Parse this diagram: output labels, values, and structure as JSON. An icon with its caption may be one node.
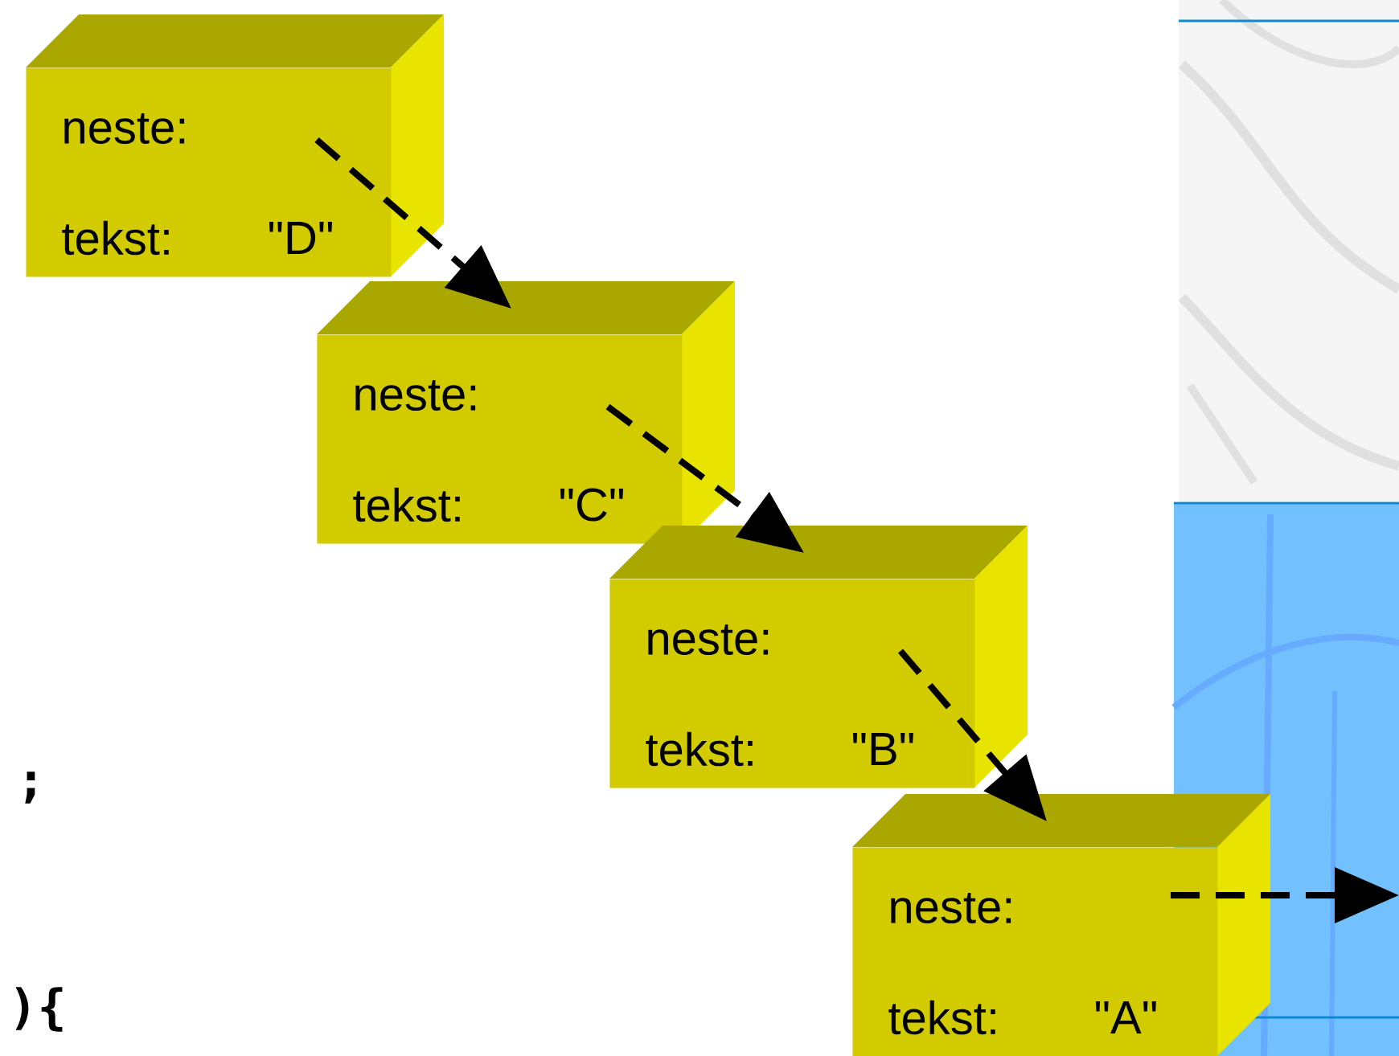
{
  "diagram": {
    "nodes": [
      {
        "text": [
          "neste:",
          "tekst:",
          "\"D\""
        ]
      },
      {
        "text": [
          "neste:",
          "tekst:",
          "\"C\""
        ]
      },
      {
        "text": [
          "neste:",
          "tekst:",
          "\"B\""
        ]
      },
      {
        "text": [
          "neste:",
          "tekst:",
          "\"A\""
        ]
      }
    ],
    "edges": [
      {
        "from": 0,
        "to": 1,
        "arrow": "to",
        "style": "dashed"
      },
      {
        "from": 1,
        "to": 2,
        "arrow": "to",
        "style": "dashed"
      },
      {
        "from": 2,
        "to": 3,
        "arrow": "to",
        "style": "dashed"
      },
      {
        "from": 3,
        "to": null,
        "arrow": "to",
        "style": "dashed"
      }
    ],
    "labels": [
      ";",
      "){"
    ]
  }
}
